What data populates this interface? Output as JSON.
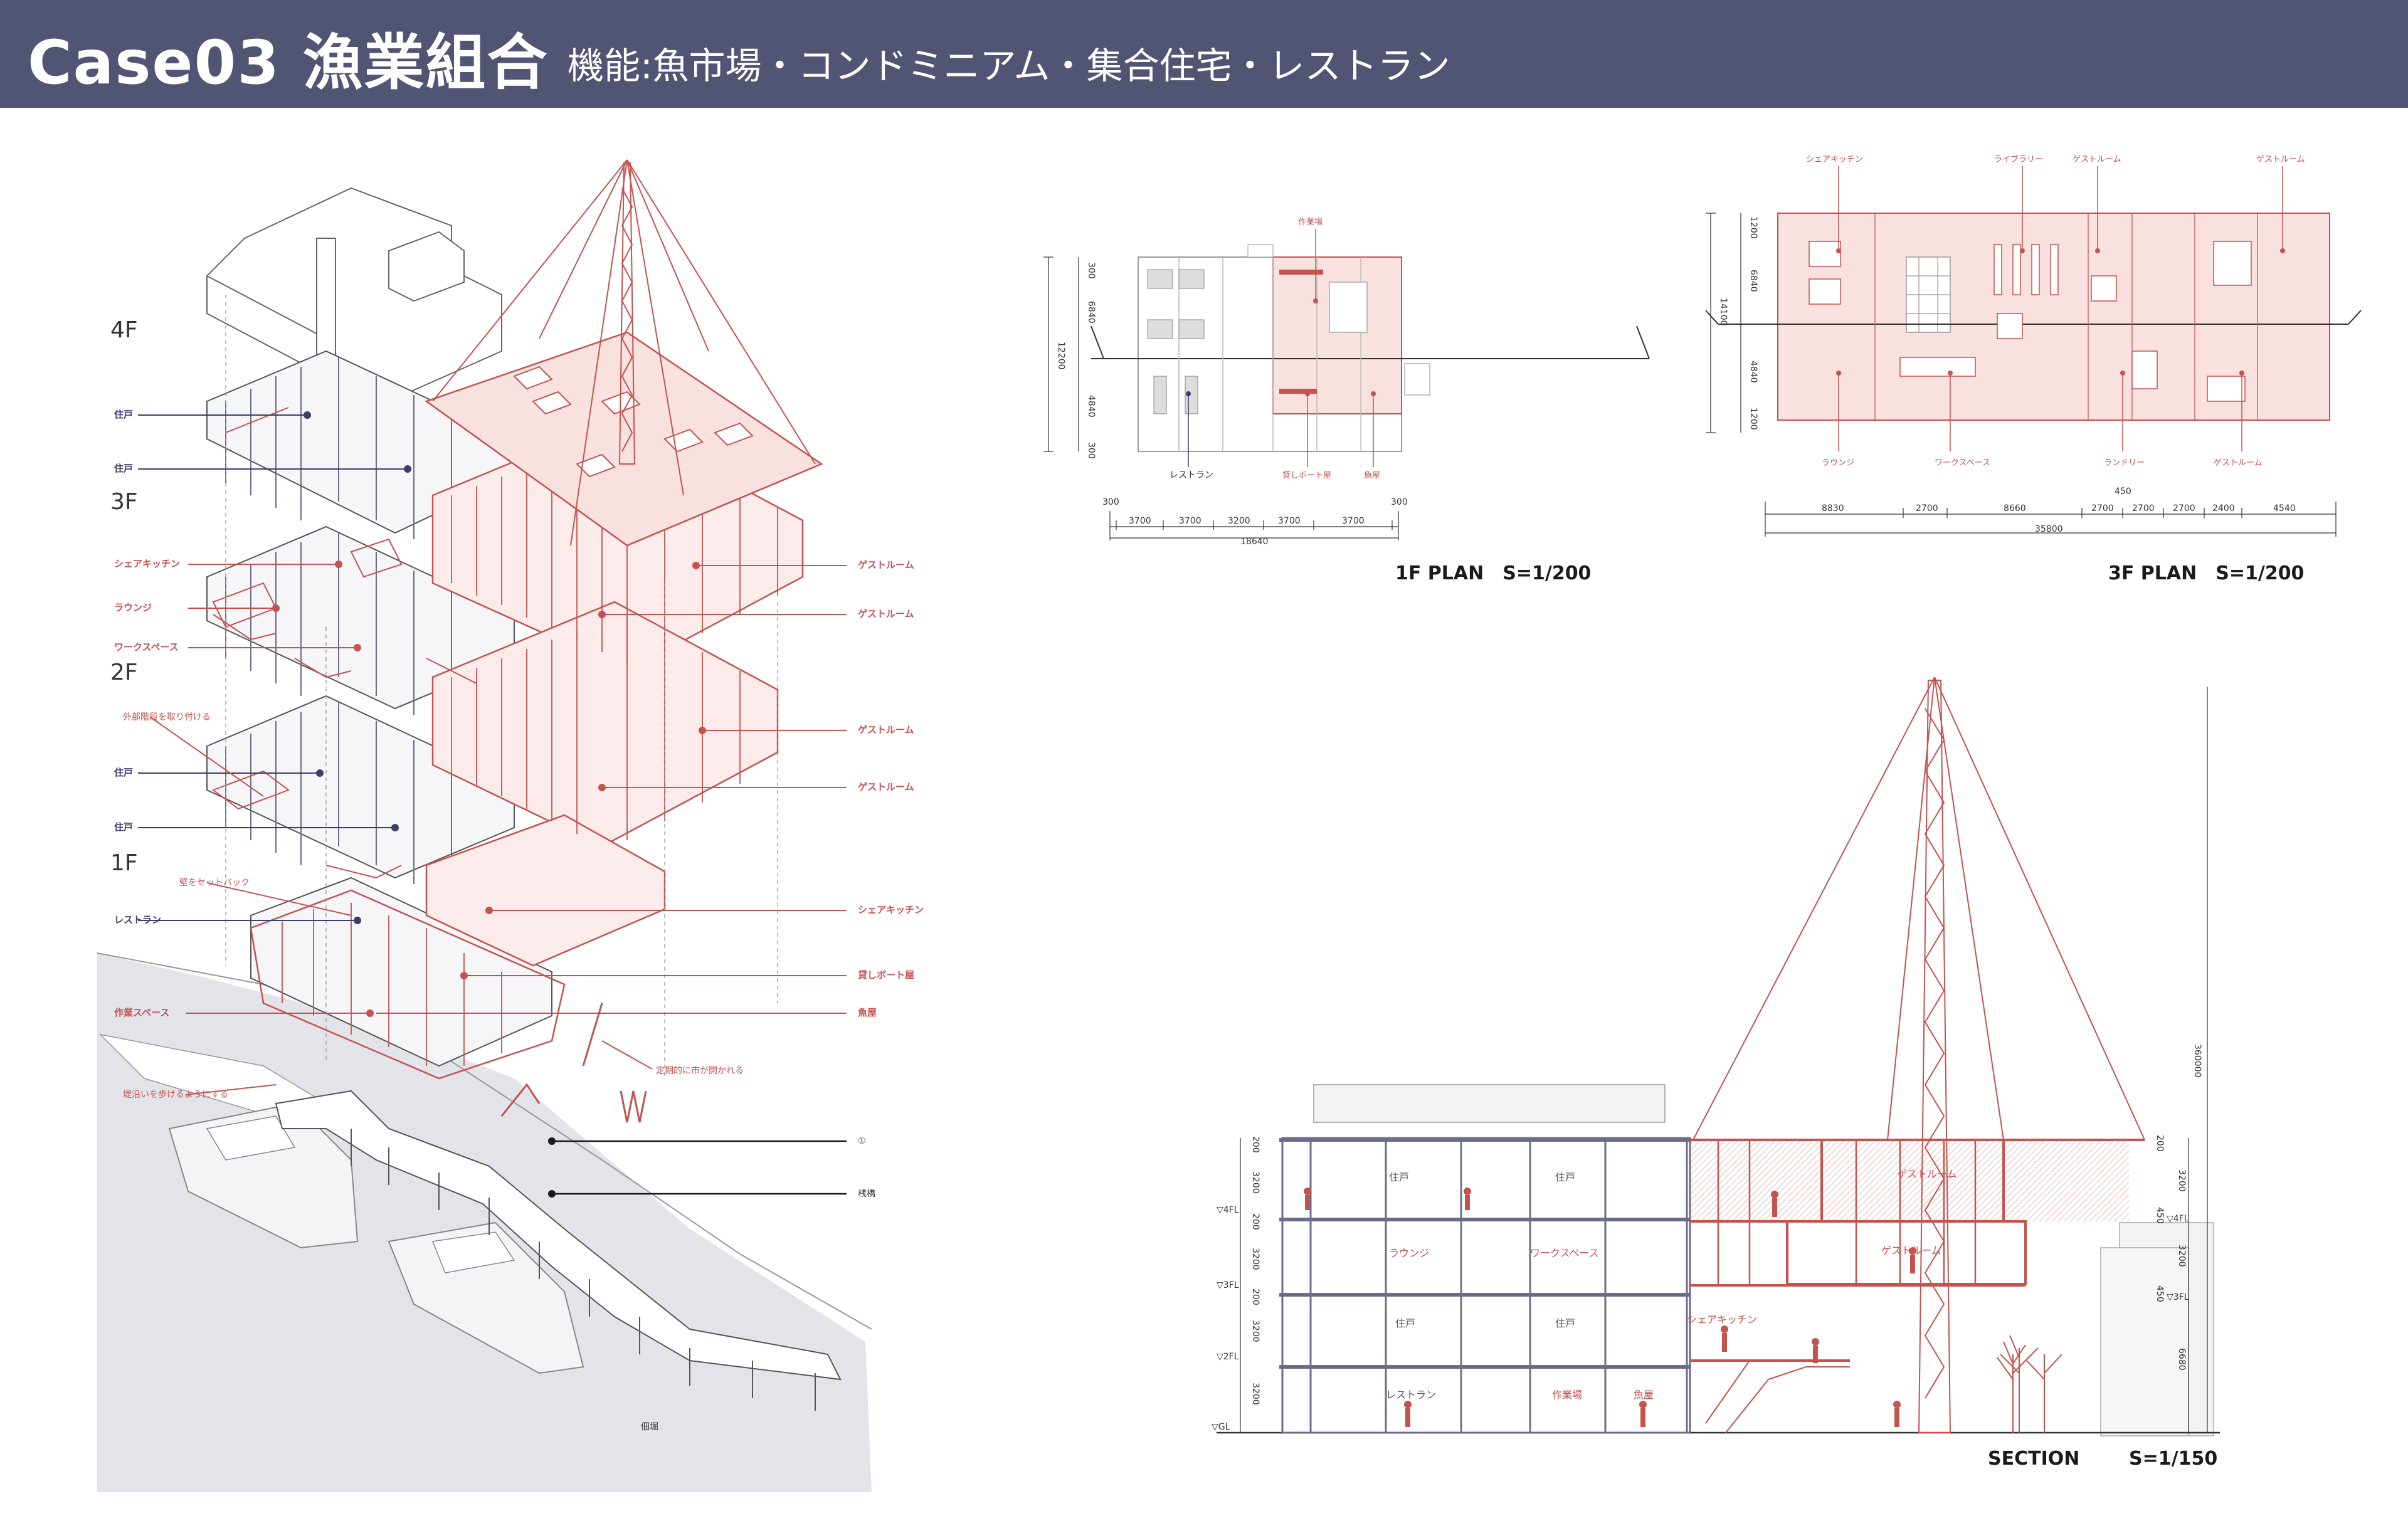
{
  "header": {
    "title": "Case03 漁業組合",
    "subtitle": "機能:魚市場・コンドミニアム・集合住宅・レストラン"
  },
  "axon": {
    "floors": [
      "4F",
      "3F",
      "2F",
      "1F"
    ],
    "labels_left": [
      "住戸",
      "住戸",
      "シェアキッチン",
      "ラウンジ",
      "ワークスペース",
      "外部階段を取り付ける",
      "住戸",
      "住戸",
      "壁をセットバック",
      "レストラン",
      "作業スペース",
      "堤沿いを歩けるようにする"
    ],
    "labels_right": [
      "ゲストルーム",
      "ゲストルーム",
      "ゲストルーム",
      "ゲストルーム",
      "シェアキッチン",
      "貸しボート屋",
      "魚屋",
      "定期的に市が開かれる",
      "①",
      "桟橋"
    ],
    "ground_label": "佃堀"
  },
  "plan1f": {
    "caption": "1F PLAN　S=1/200",
    "rooms": [
      "作業場",
      "レストラン",
      "貸しボート屋",
      "魚屋"
    ],
    "dims_bottom": [
      "300",
      "3700",
      "3700",
      "3200",
      "3700",
      "3700",
      "300"
    ],
    "total": "18640",
    "dims_left": [
      "300",
      "6840",
      "12200",
      "4840",
      "300"
    ]
  },
  "plan3f": {
    "caption": "3F PLAN　S=1/200",
    "rooms_top": [
      "シェアキッチン",
      "ライブラリー",
      "ゲストルーム",
      "ゲストルーム"
    ],
    "rooms_bottom": [
      "ラウンジ",
      "ワークスペース",
      "ランドリー",
      "ゲストルーム"
    ],
    "dims_bottom": [
      "8830",
      "2700",
      "8660",
      "2700",
      "2700",
      "2700",
      "2400",
      "4540"
    ],
    "dim_top_small": "450",
    "total": "35800",
    "dims_left": [
      "1200",
      "6840",
      "14100",
      "4840",
      "1200"
    ]
  },
  "section": {
    "caption": "SECTION",
    "scale": "S=1/150",
    "rooms": [
      "住戸",
      "住戸",
      "ラウンジ",
      "ワークスペース",
      "住戸",
      "住戸",
      "レストラン",
      "作業場",
      "魚屋",
      "ゲストルーム",
      "ゲストルーム",
      "シェアキッチン"
    ],
    "levels_left": [
      "200",
      "3200",
      "▽4FL",
      "200",
      "3200",
      "▽3FL",
      "200",
      "3200",
      "▽2FL",
      "3200",
      "▽GL"
    ],
    "levels_right": [
      "200",
      "3200",
      "450",
      "▽4FL",
      "3200",
      "450",
      "▽3FL",
      "6680"
    ],
    "tower_dim": "360000"
  },
  "colors": {
    "header_bg": "#525473",
    "accent_red": "#c4524f",
    "navy": "#3b3e6b",
    "pink_fill": "#f3d9d6"
  }
}
